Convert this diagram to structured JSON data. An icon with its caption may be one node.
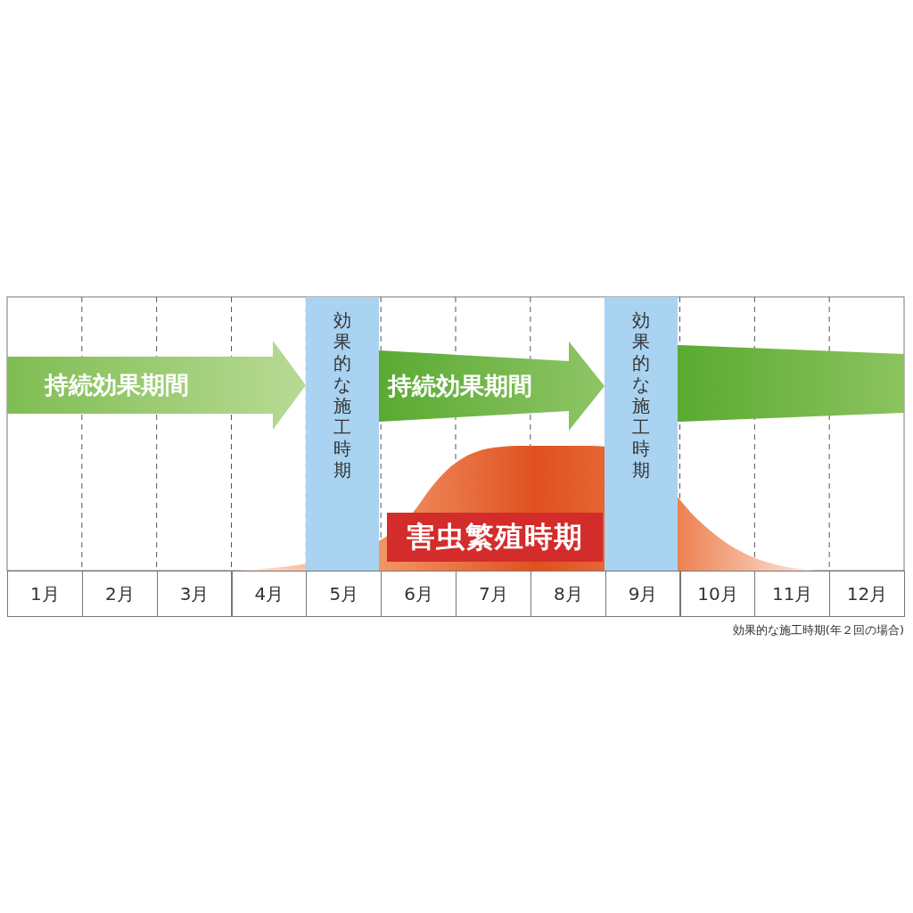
{
  "diagram": {
    "caption": "効果的な施工時期(年２回の場合)",
    "nodes": [
      {
        "text": [
          "効果的な施工時期"
        ]
      },
      {
        "text": [
          "効果的な施工時期"
        ]
      },
      {
        "text": [
          "害虫繁殖時期"
        ]
      }
    ],
    "edges": [
      {
        "from": null,
        "to": 0,
        "arrow": "to",
        "label": "持続効果期間"
      },
      {
        "from": 0,
        "to": 1,
        "arrow": "to",
        "label": "持続効果期間"
      },
      {
        "from": 1,
        "to": null,
        "arrow": "none"
      }
    ],
    "labels": [
      "1月",
      "2月",
      "3月",
      "4月",
      "5月",
      "6月",
      "7月",
      "8月",
      "9月",
      "10月",
      "11月",
      "12月"
    ]
  }
}
